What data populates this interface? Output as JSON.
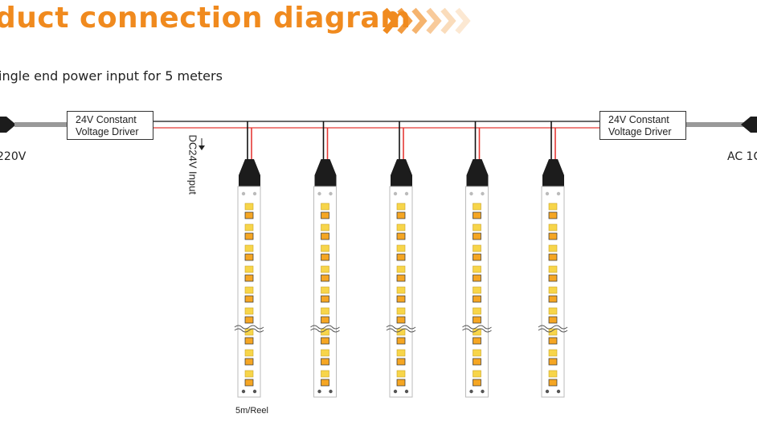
{
  "title": "duct connection diagram",
  "subtitle": "ingle end power input for 5 meters",
  "ac_left_label": "220V",
  "ac_right_label": "AC 1C",
  "driver_left": {
    "line1": "24V Constant",
    "line2": "Voltage Driver"
  },
  "driver_right": {
    "line1": "24V Constant",
    "line2": "Voltage Driver"
  },
  "dc_input_label": "DC24V Input",
  "reel_label": "5m/Reel",
  "strip_count": 5,
  "colors": {
    "title": "#f08a1e",
    "chevrons": "#f08a1e",
    "positive_wire": "#e53935",
    "negative_wire": "#111111",
    "led_warm": "#f5a623",
    "led_yellow": "#f7d54a",
    "strip_body": "#ffffff",
    "plug": "#1c1c1c"
  },
  "icons": [
    "chevrons-right-icon",
    "ac-plug-icon",
    "strip-connector-icon",
    "led-chip-icon",
    "cut-mark-icon"
  ]
}
